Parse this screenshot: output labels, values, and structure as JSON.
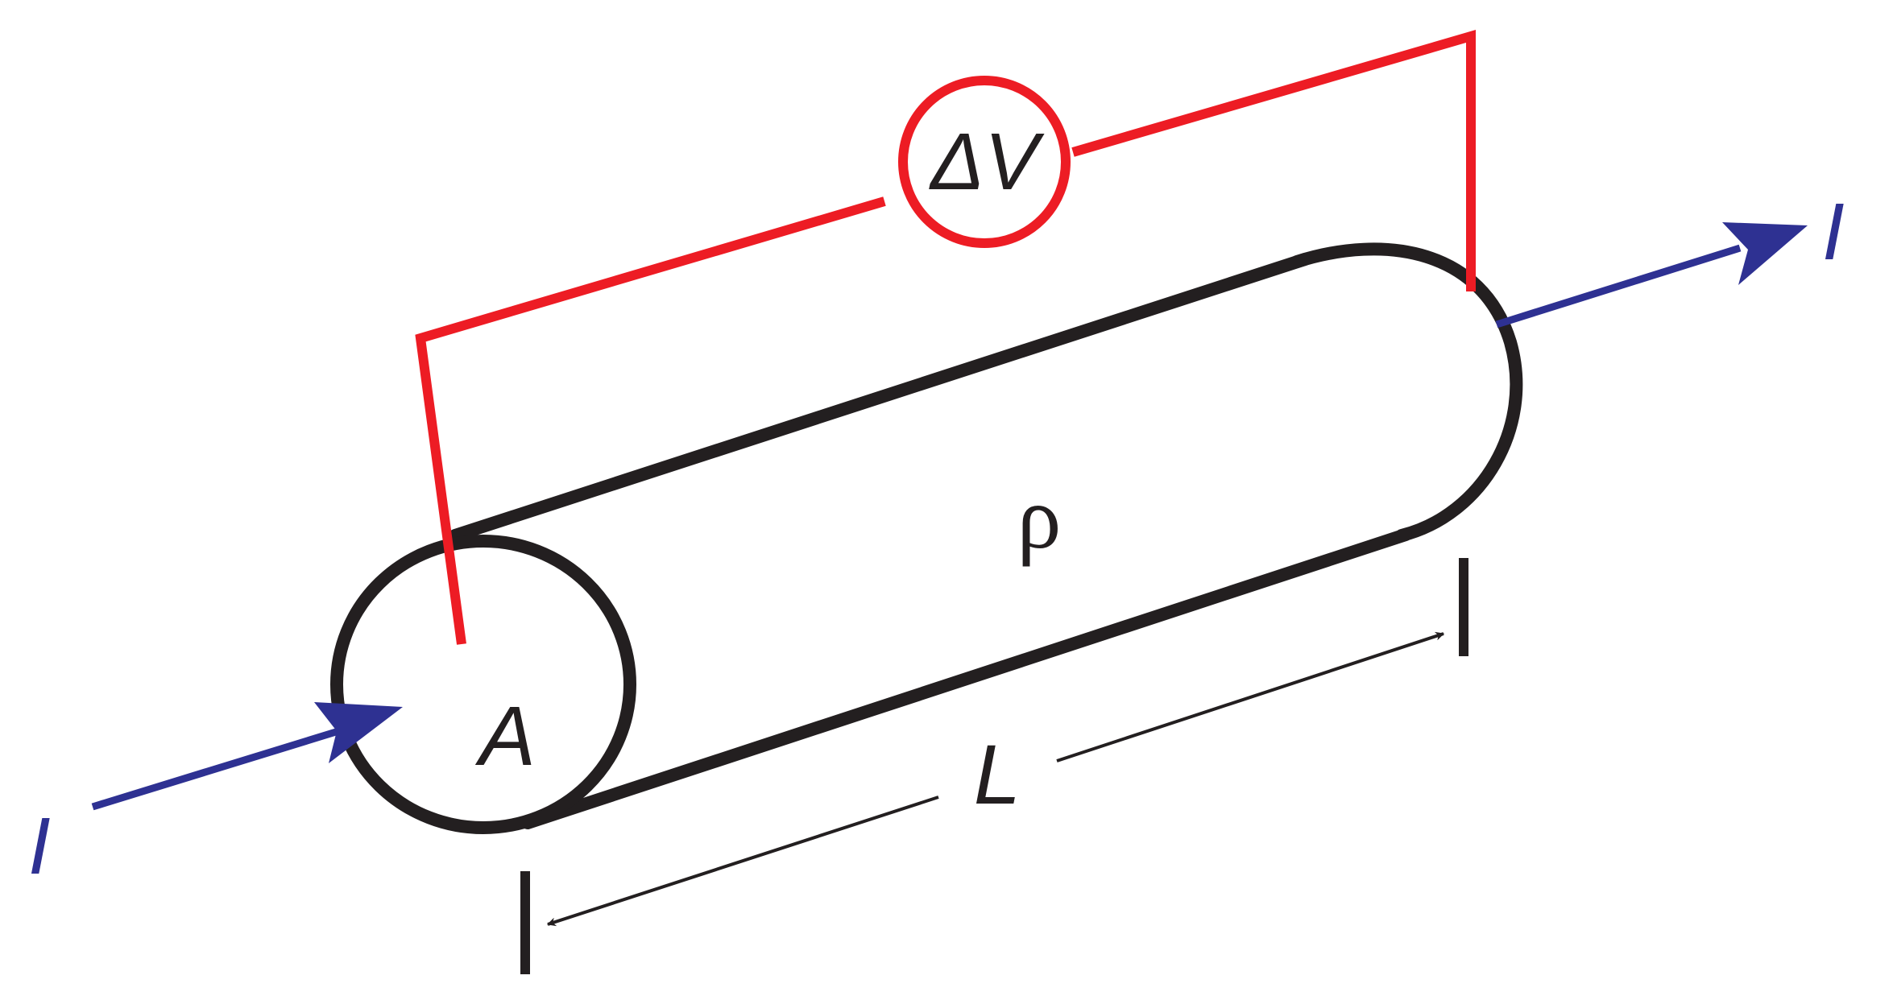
{
  "labels": {
    "voltage": "ΔV",
    "resistivity": "ρ",
    "area": "A",
    "length": "L",
    "current_in": "I",
    "current_out": "I"
  },
  "colors": {
    "wire": "#ed1c24",
    "current": "#2e3192",
    "outline": "#231f20"
  }
}
